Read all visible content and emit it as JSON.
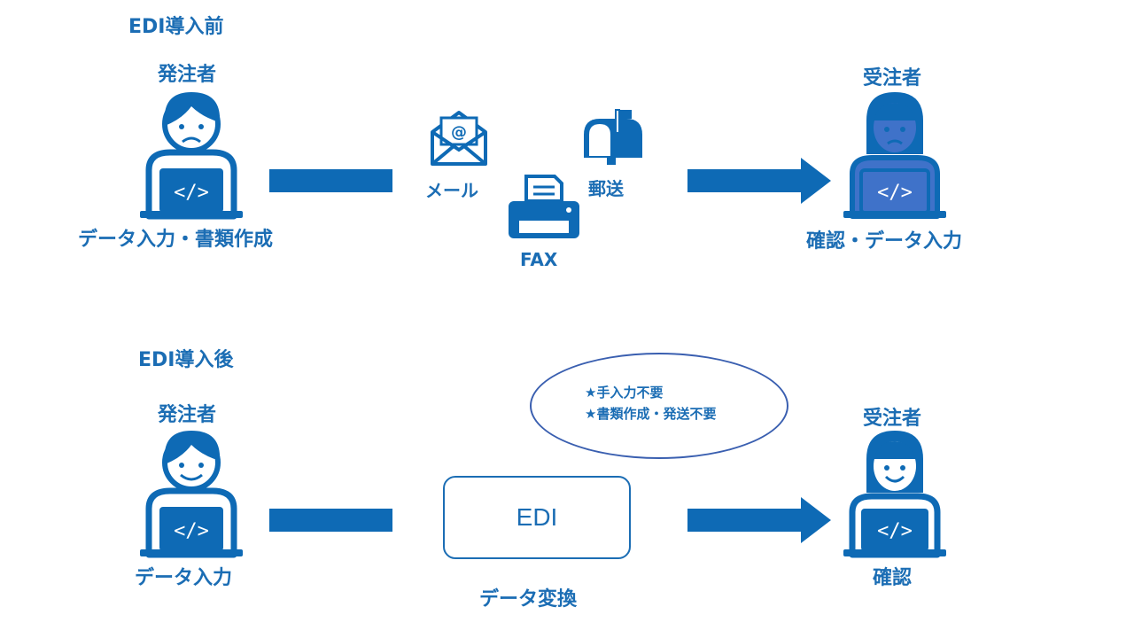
{
  "before": {
    "section_title": "EDI導入前",
    "orderer_label": "発注者",
    "orderer_action": "データ入力・書類作成",
    "receiver_label": "受注者",
    "receiver_action": "確認・データ入力",
    "channels": {
      "mail": "メール",
      "post": "郵送",
      "fax": "FAX"
    }
  },
  "after": {
    "section_title": "EDI導入後",
    "orderer_label": "発注者",
    "orderer_action": "データ入力",
    "receiver_label": "受注者",
    "receiver_action": "確認",
    "edi_label": "EDI",
    "edi_caption": "データ変換",
    "notes": [
      "★手入力不要",
      "★書類作成・発送不要"
    ]
  },
  "colors": {
    "primary": "#0E6AB5",
    "receiver_fill_before": "#3F72C9",
    "oval_border": "#3A5FB0"
  },
  "icons": {
    "person": "person-laptop-icon",
    "mail": "envelope-icon",
    "post": "mailbox-icon",
    "fax": "fax-machine-icon"
  }
}
